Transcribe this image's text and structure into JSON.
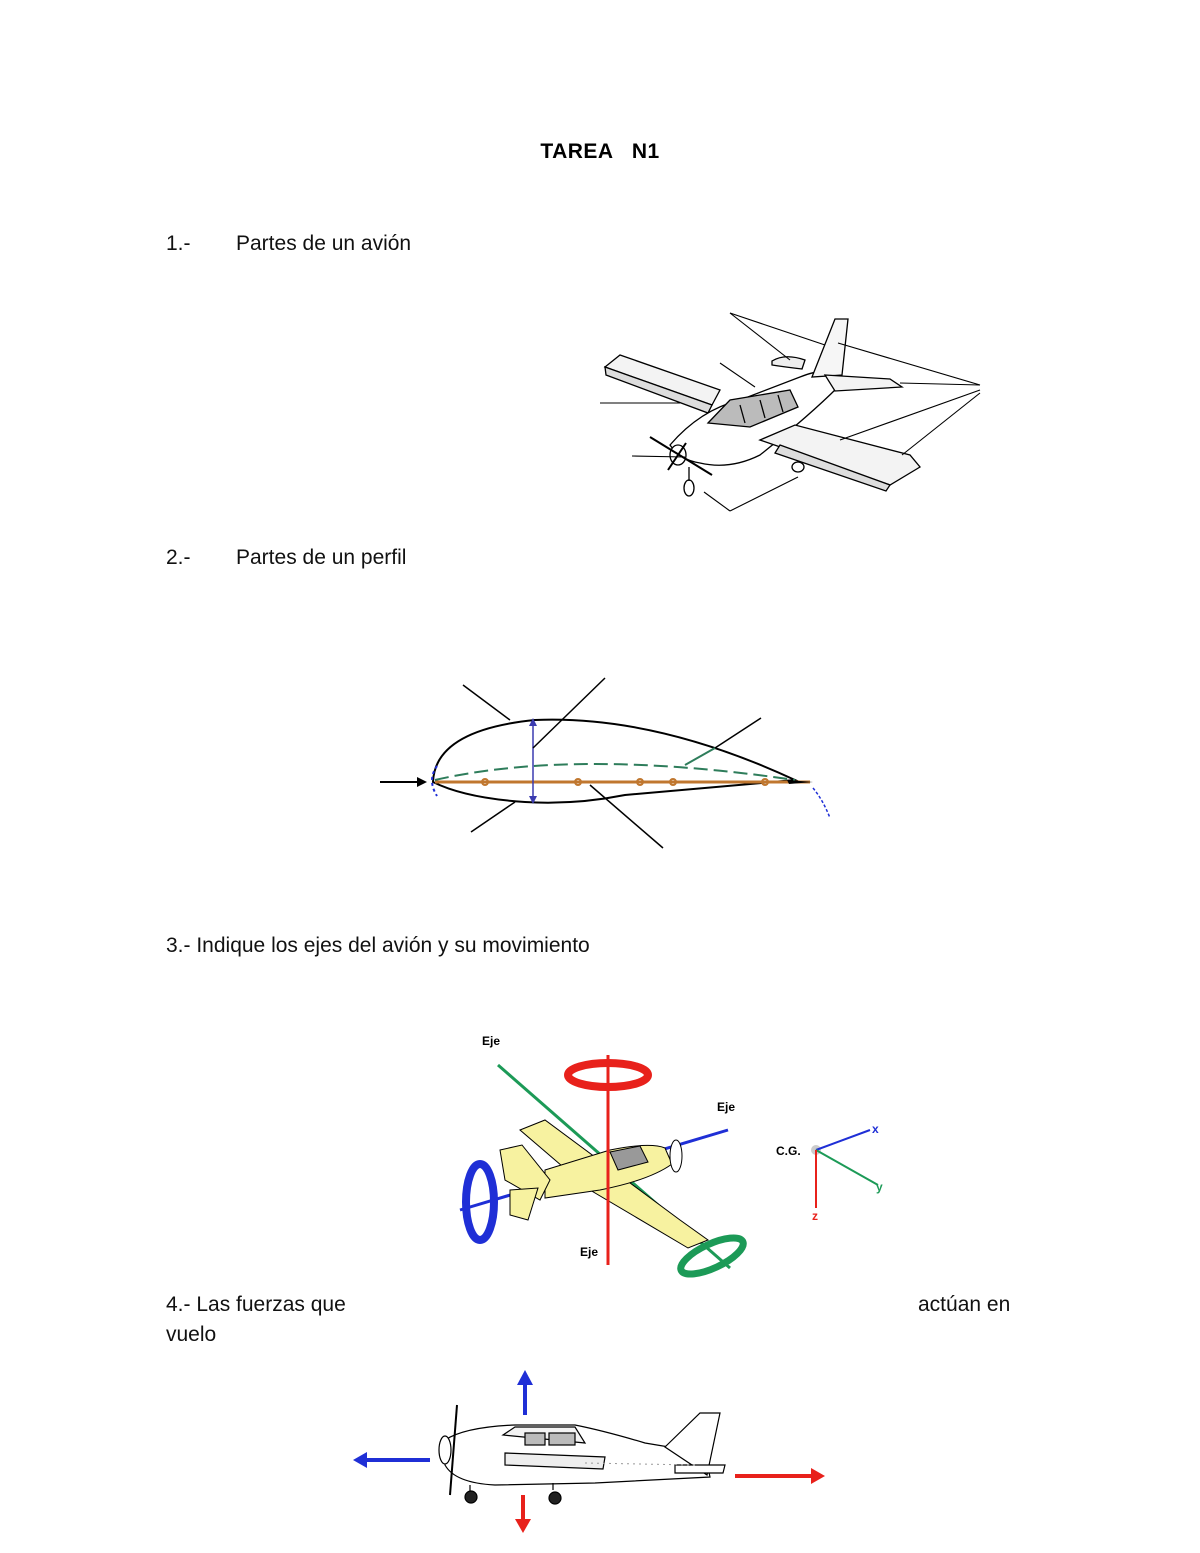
{
  "document": {
    "title": "TAREA   N1",
    "questions": [
      {
        "number": "1.-",
        "text": "Partes de un avión"
      },
      {
        "number": "2.-",
        "text": "Partes de un perfil"
      },
      {
        "number": "",
        "text": "3.- Indique los ejes del avión y su movimiento"
      },
      {
        "number": "",
        "text": "4.-  Las fuerzas que",
        "text_right": "actúan en",
        "text_cont": "vuelo"
      }
    ],
    "axes_figure": {
      "eje_top": "Eje",
      "eje_right": "Eje",
      "eje_bottom": "Eje",
      "cg_label": "C.G.",
      "x_label": "x",
      "y_label": "y",
      "z_label": "z"
    }
  },
  "colors": {
    "red": "#e8211b",
    "blue": "#1f2fd6",
    "green": "#1c9a57",
    "plane_yellow": "#f7f2a0",
    "profile_green": "#2e7d5b",
    "chord_brown": "#c0772f"
  }
}
